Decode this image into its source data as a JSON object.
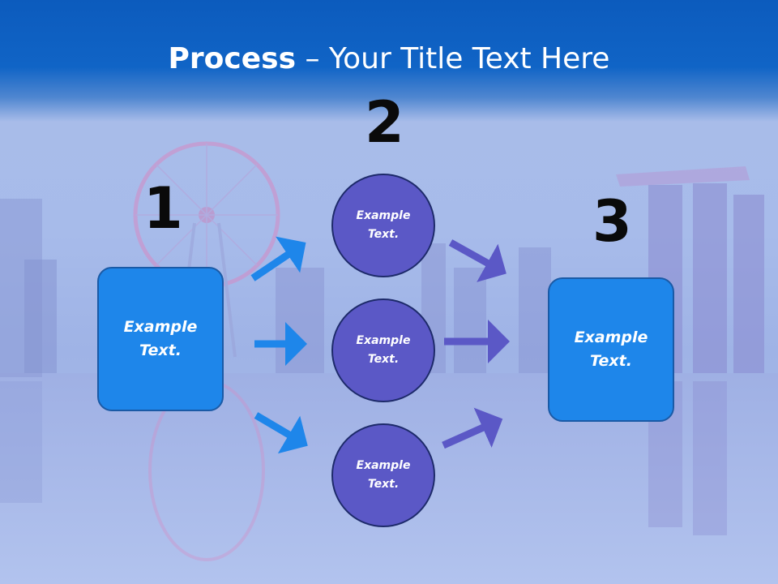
{
  "title": {
    "bold": "Process",
    "rest": " – Your Title Text Here"
  },
  "steps": {
    "n1": "1",
    "n2": "2",
    "n3": "3"
  },
  "left_box": {
    "text": "Example Text."
  },
  "right_box": {
    "text": "Example Text."
  },
  "circles": [
    {
      "text": "Example Text."
    },
    {
      "text": "Example Text."
    },
    {
      "text": "Example Text."
    }
  ],
  "colors": {
    "title_band": "#0c5bbd",
    "box_fill": "#1e86ea",
    "circle_fill": "#5b58c6",
    "arrow_blue": "#1e86ea",
    "arrow_purple": "#5b58c6"
  }
}
